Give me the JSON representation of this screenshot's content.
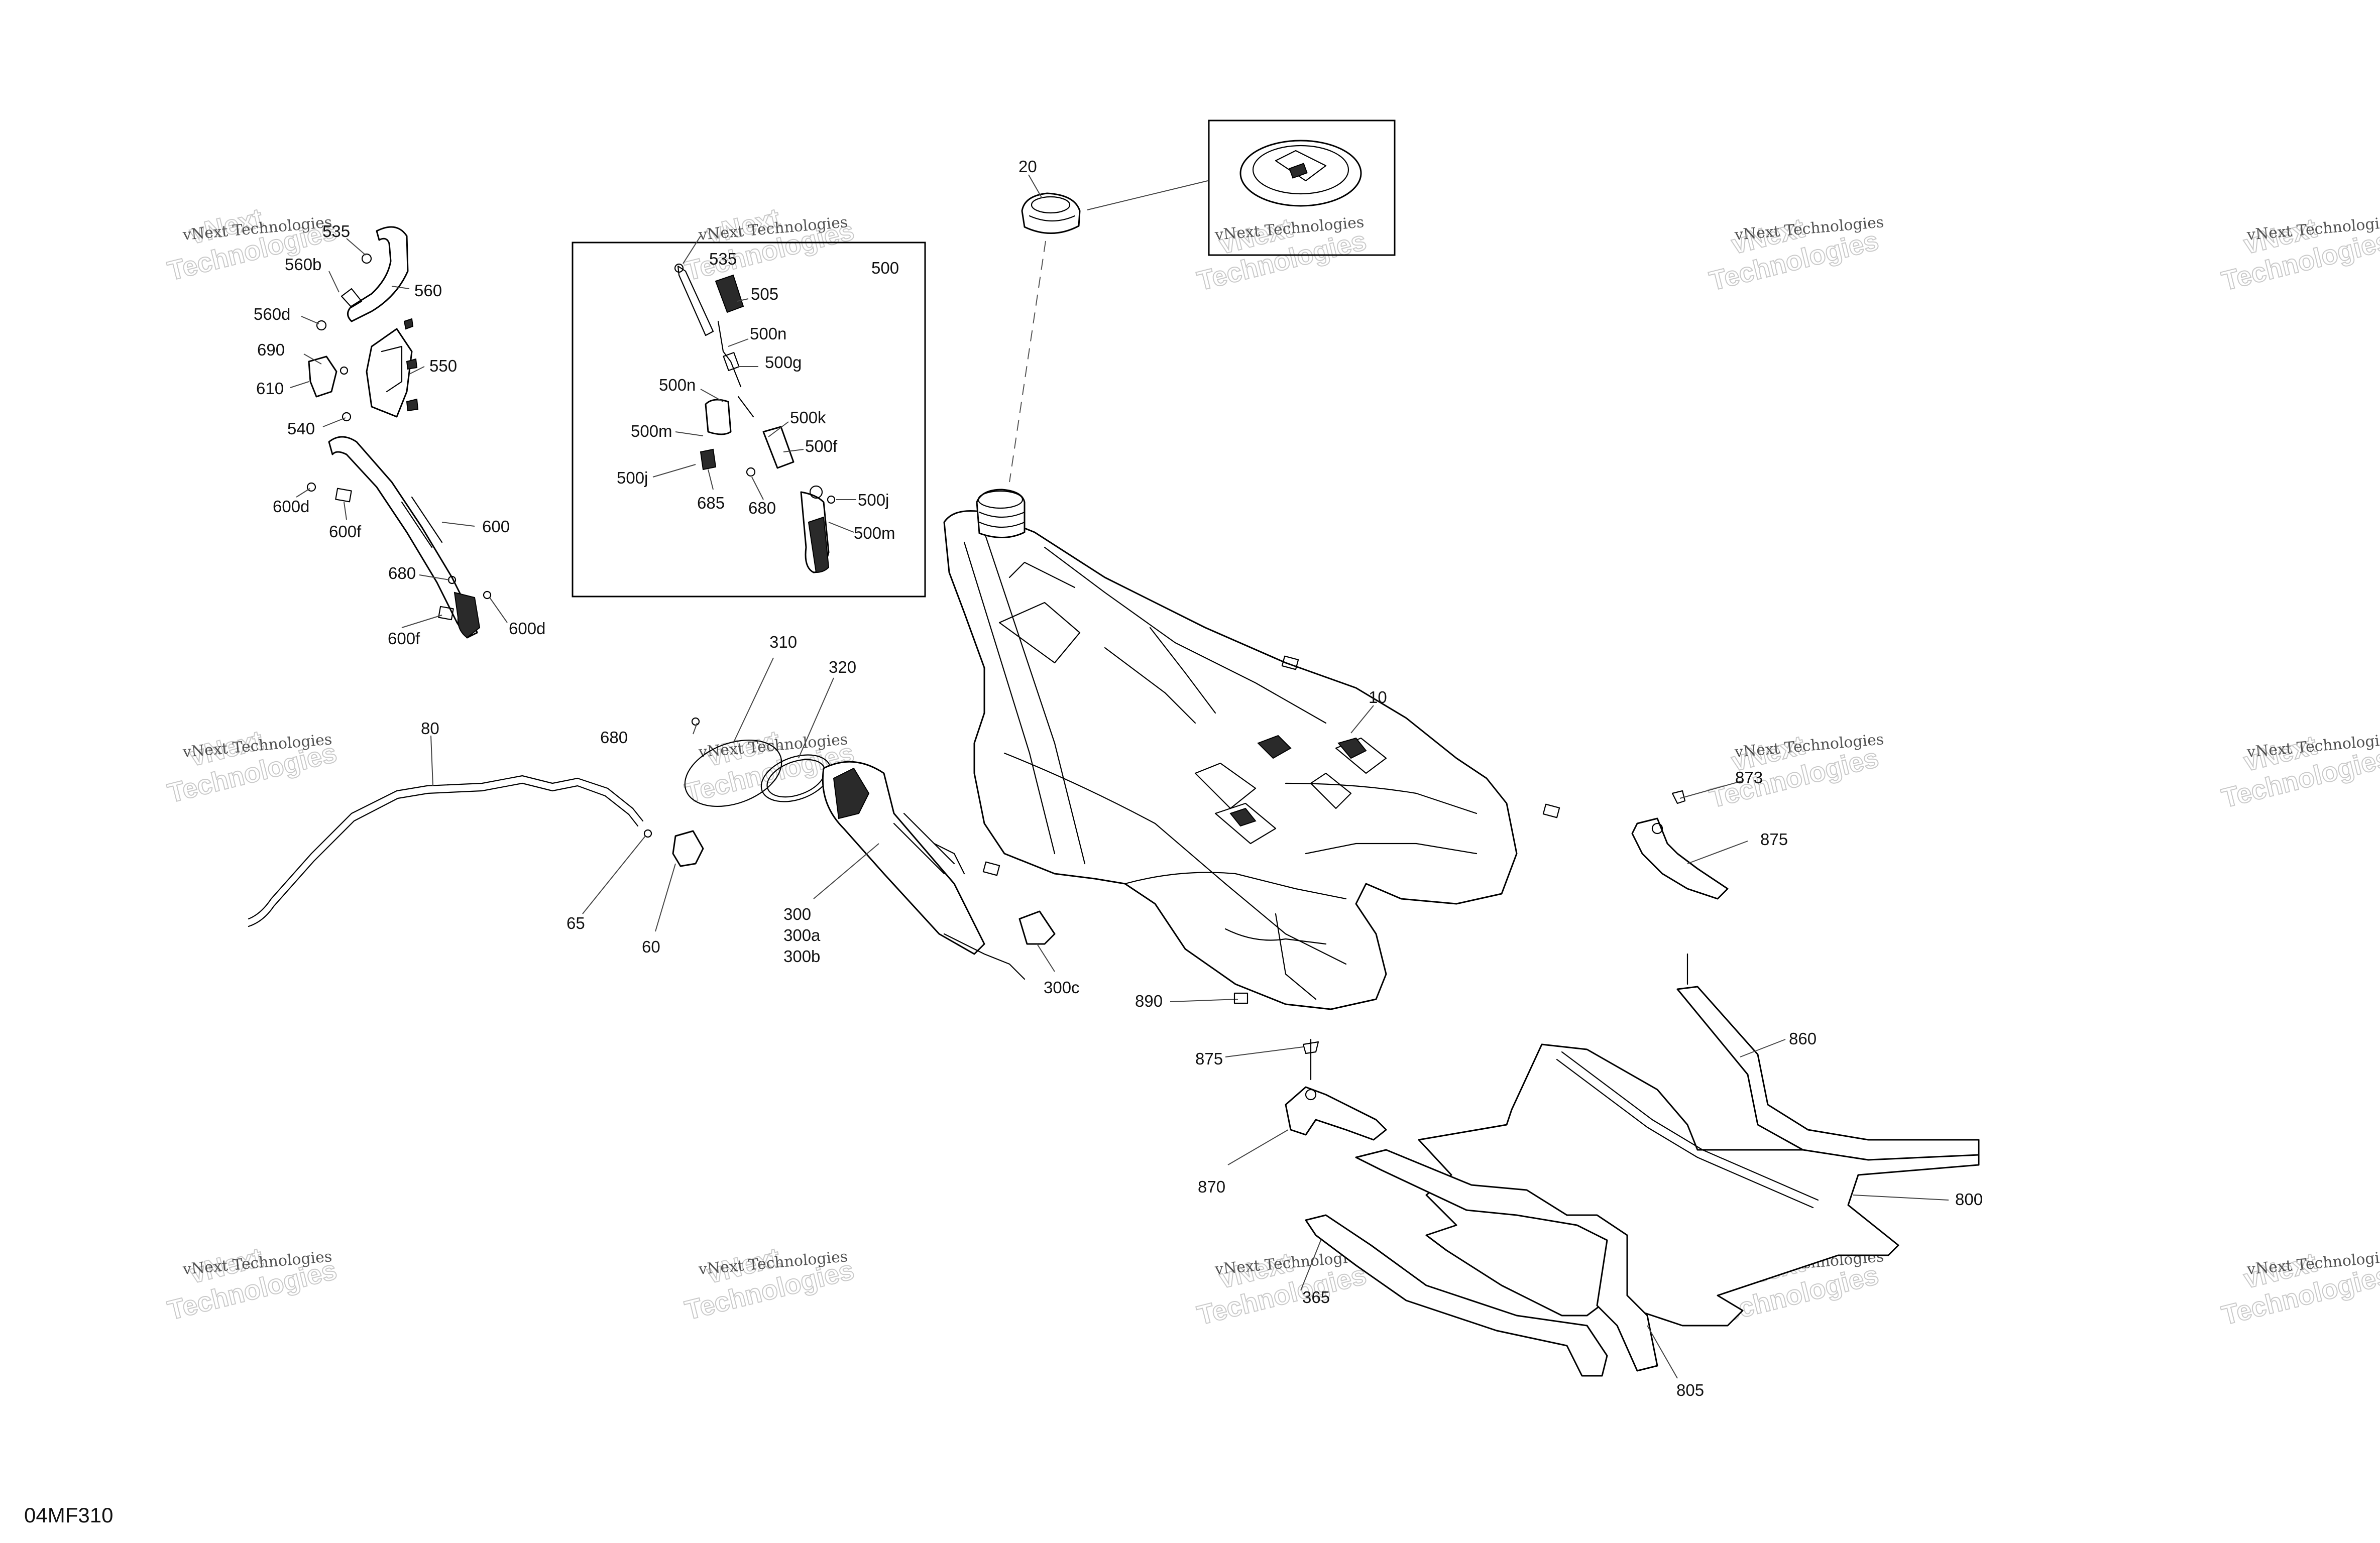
{
  "diagram_code": "04MF310",
  "watermark": {
    "brand_line1": "vNext",
    "brand_line2": "Technologies",
    "caption": "vNext Technologies"
  },
  "callouts": [
    {
      "id": "c20",
      "text": "20"
    },
    {
      "id": "c10",
      "text": "10"
    },
    {
      "id": "c500",
      "text": "500"
    },
    {
      "id": "c535b",
      "text": "535"
    },
    {
      "id": "c505",
      "text": "505"
    },
    {
      "id": "c500n1",
      "text": "500n"
    },
    {
      "id": "c500g",
      "text": "500g"
    },
    {
      "id": "c500n2",
      "text": "500n"
    },
    {
      "id": "c500k",
      "text": "500k"
    },
    {
      "id": "c500m1",
      "text": "500m"
    },
    {
      "id": "c500f",
      "text": "500f"
    },
    {
      "id": "c500j1",
      "text": "500j"
    },
    {
      "id": "c685",
      "text": "685"
    },
    {
      "id": "c680b",
      "text": "680"
    },
    {
      "id": "c500j2",
      "text": "500j"
    },
    {
      "id": "c500m2",
      "text": "500m"
    },
    {
      "id": "c535a",
      "text": "535"
    },
    {
      "id": "c560b",
      "text": "560b"
    },
    {
      "id": "c560",
      "text": "560"
    },
    {
      "id": "c560d",
      "text": "560d"
    },
    {
      "id": "c690",
      "text": "690"
    },
    {
      "id": "c550",
      "text": "550"
    },
    {
      "id": "c610",
      "text": "610"
    },
    {
      "id": "c540",
      "text": "540"
    },
    {
      "id": "c600d1",
      "text": "600d"
    },
    {
      "id": "c600f1",
      "text": "600f"
    },
    {
      "id": "c600",
      "text": "600"
    },
    {
      "id": "c680a",
      "text": "680"
    },
    {
      "id": "c600f2",
      "text": "600f"
    },
    {
      "id": "c600d2",
      "text": "600d"
    },
    {
      "id": "c80",
      "text": "80"
    },
    {
      "id": "c65",
      "text": "65"
    },
    {
      "id": "c60",
      "text": "60"
    },
    {
      "id": "c680c",
      "text": "680"
    },
    {
      "id": "c310",
      "text": "310"
    },
    {
      "id": "c320",
      "text": "320"
    },
    {
      "id": "c300",
      "text": "300"
    },
    {
      "id": "c300a",
      "text": "300a"
    },
    {
      "id": "c300b",
      "text": "300b"
    },
    {
      "id": "c300c",
      "text": "300c"
    },
    {
      "id": "c890",
      "text": "890"
    },
    {
      "id": "c873",
      "text": "873"
    },
    {
      "id": "c875a",
      "text": "875"
    },
    {
      "id": "c860",
      "text": "860"
    },
    {
      "id": "c875b",
      "text": "875"
    },
    {
      "id": "c870",
      "text": "870"
    },
    {
      "id": "c800",
      "text": "800"
    },
    {
      "id": "c365",
      "text": "365"
    },
    {
      "id": "c805",
      "text": "805"
    }
  ]
}
